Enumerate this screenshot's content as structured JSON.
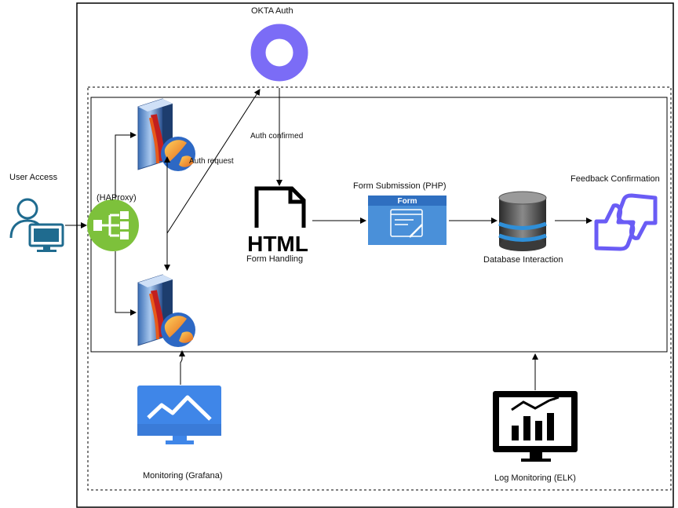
{
  "labels": {
    "okta": "OKTA Auth",
    "auth_confirmed": "Auth confirmed",
    "user_access": "User Access",
    "haproxy": "(HAProxy)",
    "auth_request": "Auth request",
    "html_logo": "HTML",
    "form_handling": "Form Handling",
    "form_submission": "Form Submission (PHP)",
    "form_title": "Form",
    "database": "Database Interaction",
    "feedback": "Feedback Confirmation",
    "grafana": "Monitoring (Grafana)",
    "elk": "Log Monitoring (ELK)"
  },
  "colors": {
    "okta_purple": "#7b6cf6",
    "haproxy_green": "#7dc13b",
    "user_blue": "#1f6b8f",
    "form_blue": "#4a90d9",
    "grafana_blue": "#3f86e8",
    "feedback_purple": "#6a5cf5",
    "line": "#000000"
  },
  "icons": {
    "okta": "okta-ring-icon",
    "user": "user-computer-icon",
    "haproxy": "load-balancer-icon",
    "server": "apache-web-server-icon",
    "html": "html-file-icon",
    "form": "web-form-icon",
    "database": "database-cylinder-icon",
    "feedback": "thumbs-up-down-icon",
    "grafana": "monitor-graph-icon",
    "elk": "monitor-bar-chart-icon"
  }
}
